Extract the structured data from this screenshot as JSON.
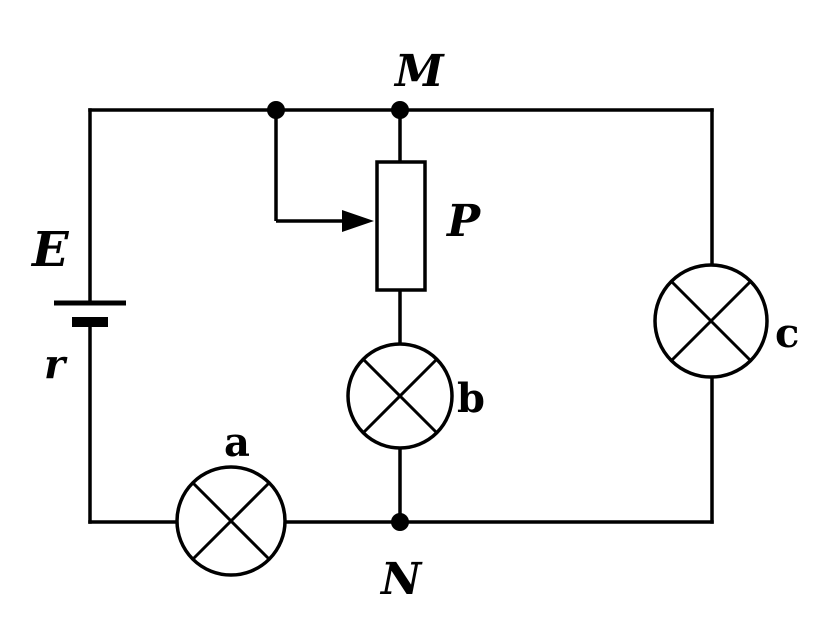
{
  "diagram": {
    "type": "electrical-circuit",
    "background": "#ffffff",
    "stroke_color": "#000000",
    "labels": {
      "battery_emf": "E",
      "internal_resistance": "r",
      "node_top": "M",
      "node_bottom": "N",
      "rheostat": "P",
      "lamp_a": "a",
      "lamp_b": "b",
      "lamp_c": "c"
    },
    "components": [
      {
        "id": "battery",
        "kind": "cell-with-internal-resistance",
        "labels": [
          "E",
          "r"
        ],
        "branch": "left"
      },
      {
        "id": "rheostat-P",
        "kind": "variable-resistor-with-wiper-arrow",
        "label": "P",
        "branch": "middle"
      },
      {
        "id": "lamp-a",
        "kind": "lamp-crossed-circle",
        "label": "a",
        "branch": "bottom"
      },
      {
        "id": "lamp-b",
        "kind": "lamp-crossed-circle",
        "label": "b",
        "branch": "middle"
      },
      {
        "id": "lamp-c",
        "kind": "lamp-crossed-circle",
        "label": "c",
        "branch": "right"
      },
      {
        "id": "node-M",
        "kind": "junction-dot",
        "label": "M",
        "position": "top-middle"
      },
      {
        "id": "node-N",
        "kind": "junction-dot",
        "label": "N",
        "position": "bottom-middle"
      },
      {
        "id": "wiper-junction",
        "kind": "junction-dot",
        "label": "",
        "position": "top-left-of-M"
      }
    ]
  }
}
